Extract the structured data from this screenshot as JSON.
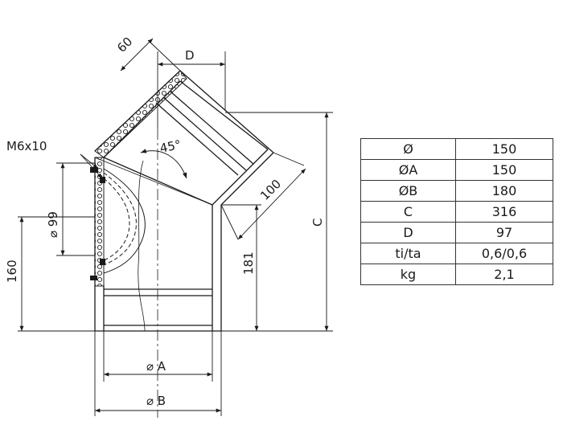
{
  "labels": {
    "screw": "M6x10",
    "insulation_thickness": "60",
    "depth": "D",
    "angle": "45°",
    "outer_pipe": "100",
    "inner_diameter_label": "⌀ 99",
    "height_c": "C",
    "height_181": "181",
    "height_160": "160",
    "diameter_a": "⌀ A",
    "diameter_b": "⌀ B"
  },
  "spec_table": {
    "rows": [
      {
        "param": "Ø",
        "value": "150"
      },
      {
        "param": "ØA",
        "value": "150"
      },
      {
        "param": "ØB",
        "value": "180"
      },
      {
        "param": "C",
        "value": "316"
      },
      {
        "param": "D",
        "value": "97"
      },
      {
        "param": "ti/ta",
        "value": "0,6/0,6"
      },
      {
        "param": "kg",
        "value": "2,1"
      }
    ]
  }
}
